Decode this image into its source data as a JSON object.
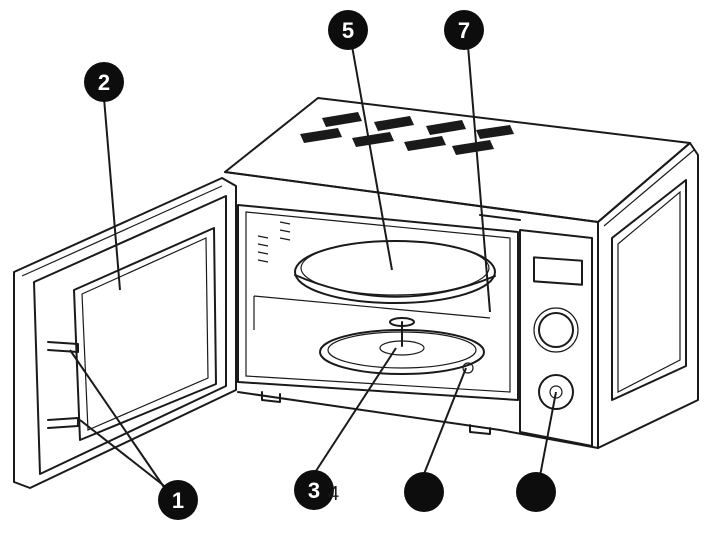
{
  "callouts": [
    {
      "id": "c1",
      "label": "1"
    },
    {
      "id": "c2",
      "label": "2"
    },
    {
      "id": "c3",
      "label": "3"
    },
    {
      "id": "c4",
      "label": ""
    },
    {
      "id": "c5",
      "label": "5"
    },
    {
      "id": "c6",
      "label": ""
    },
    {
      "id": "c7",
      "label": "7"
    }
  ],
  "stray_label": "4",
  "colors": {
    "line": "#1a1a1a",
    "callout_fill": "#0d0d0d",
    "callout_text": "#ffffff"
  }
}
